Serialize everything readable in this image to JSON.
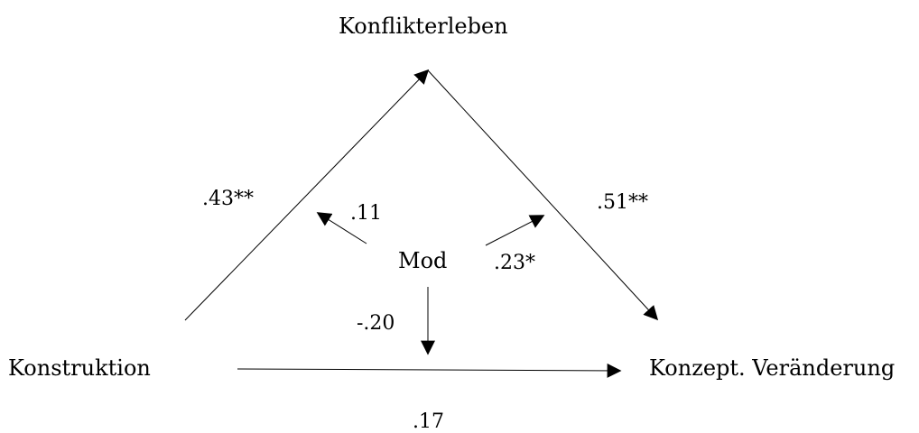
{
  "nodes": {
    "top": "Konflikterleben",
    "left": "Konstruktion",
    "right": "Konzept. Veränderung",
    "center": "Mod"
  },
  "paths": {
    "left_to_top": ".43**",
    "top_to_right": ".51**",
    "left_to_right": ".17",
    "mod_to_a": ".11",
    "mod_to_b": ".23*",
    "mod_to_c": "-.20"
  }
}
